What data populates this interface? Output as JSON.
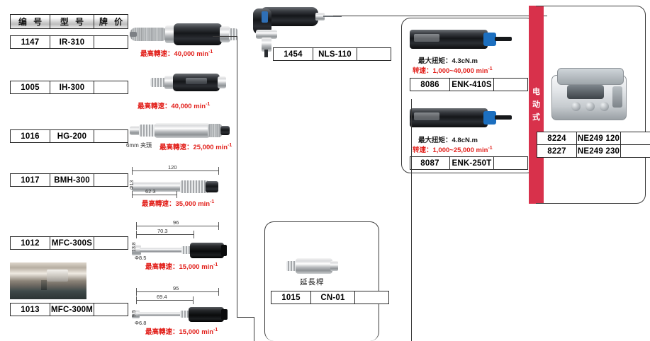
{
  "legend_table": {
    "headers": [
      "编 号",
      "型 号",
      "牌 价"
    ]
  },
  "air_tools": [
    {
      "code": "1147",
      "model": "IR-310",
      "price": "",
      "speed_note": "最高轉速：40,000 min",
      "speed_sup": "-1"
    },
    {
      "code": "1005",
      "model": "IH-300",
      "price": "",
      "speed_note": "最高轉速：40,000 min",
      "speed_sup": "-1"
    },
    {
      "code": "1016",
      "model": "HG-200",
      "price": "",
      "speed_note": "最高轉速：25,000 min",
      "speed_sup": "-1",
      "extra_note": "6mm 夹頭"
    },
    {
      "code": "1017",
      "model": "BMH-300",
      "price": "",
      "speed_note": "最高轉速：35,000 min",
      "speed_sup": "-1",
      "dims": {
        "overall": "120",
        "partial": "62.3",
        "diameter": "Φ13"
      }
    },
    {
      "code": "1012",
      "model": "MFC-300S",
      "price": "",
      "speed_note": "最高轉速：15,000 min",
      "speed_sup": "-1",
      "dims": {
        "overall": "96",
        "partial": "70.3",
        "height": "13.8",
        "diameter": "Φ8.5"
      }
    },
    {
      "code": "1013",
      "model": "MFC-300M",
      "price": "",
      "speed_note": "最高轉速：15,000 min",
      "speed_sup": "-1",
      "dims": {
        "overall": "95",
        "partial": "69.4",
        "height": "9.5",
        "diameter": "Φ6.8"
      }
    }
  ],
  "screwdriver": {
    "code": "1454",
    "model": "NLS-110",
    "price": ""
  },
  "extension": {
    "caption": "延長桿",
    "code": "1015",
    "model": "CN-01",
    "price": ""
  },
  "electric": {
    "band_chars": [
      "电",
      "动",
      "式"
    ],
    "band_color": "#d8314b",
    "motors": [
      {
        "torque_note": "最大扭矩：4.3cN.m",
        "speed_note": "转速：1,000~40,000 min",
        "speed_sup": "-1",
        "code": "8086",
        "model": "ENK-410S",
        "price": ""
      },
      {
        "torque_note": "最大扭矩：4.8cN.m",
        "speed_note": "转速：1,000~25,000 min",
        "speed_sup": "-1",
        "code": "8087",
        "model": "ENK-250T",
        "price": ""
      }
    ],
    "controllers": [
      {
        "code": "8224",
        "model": "NE249 120",
        "price": ""
      },
      {
        "code": "8227",
        "model": "NE249 230",
        "price": ""
      }
    ]
  },
  "colors": {
    "red_text": "#e2211c",
    "band": "#d8314b",
    "line": "#3a3a3a"
  }
}
